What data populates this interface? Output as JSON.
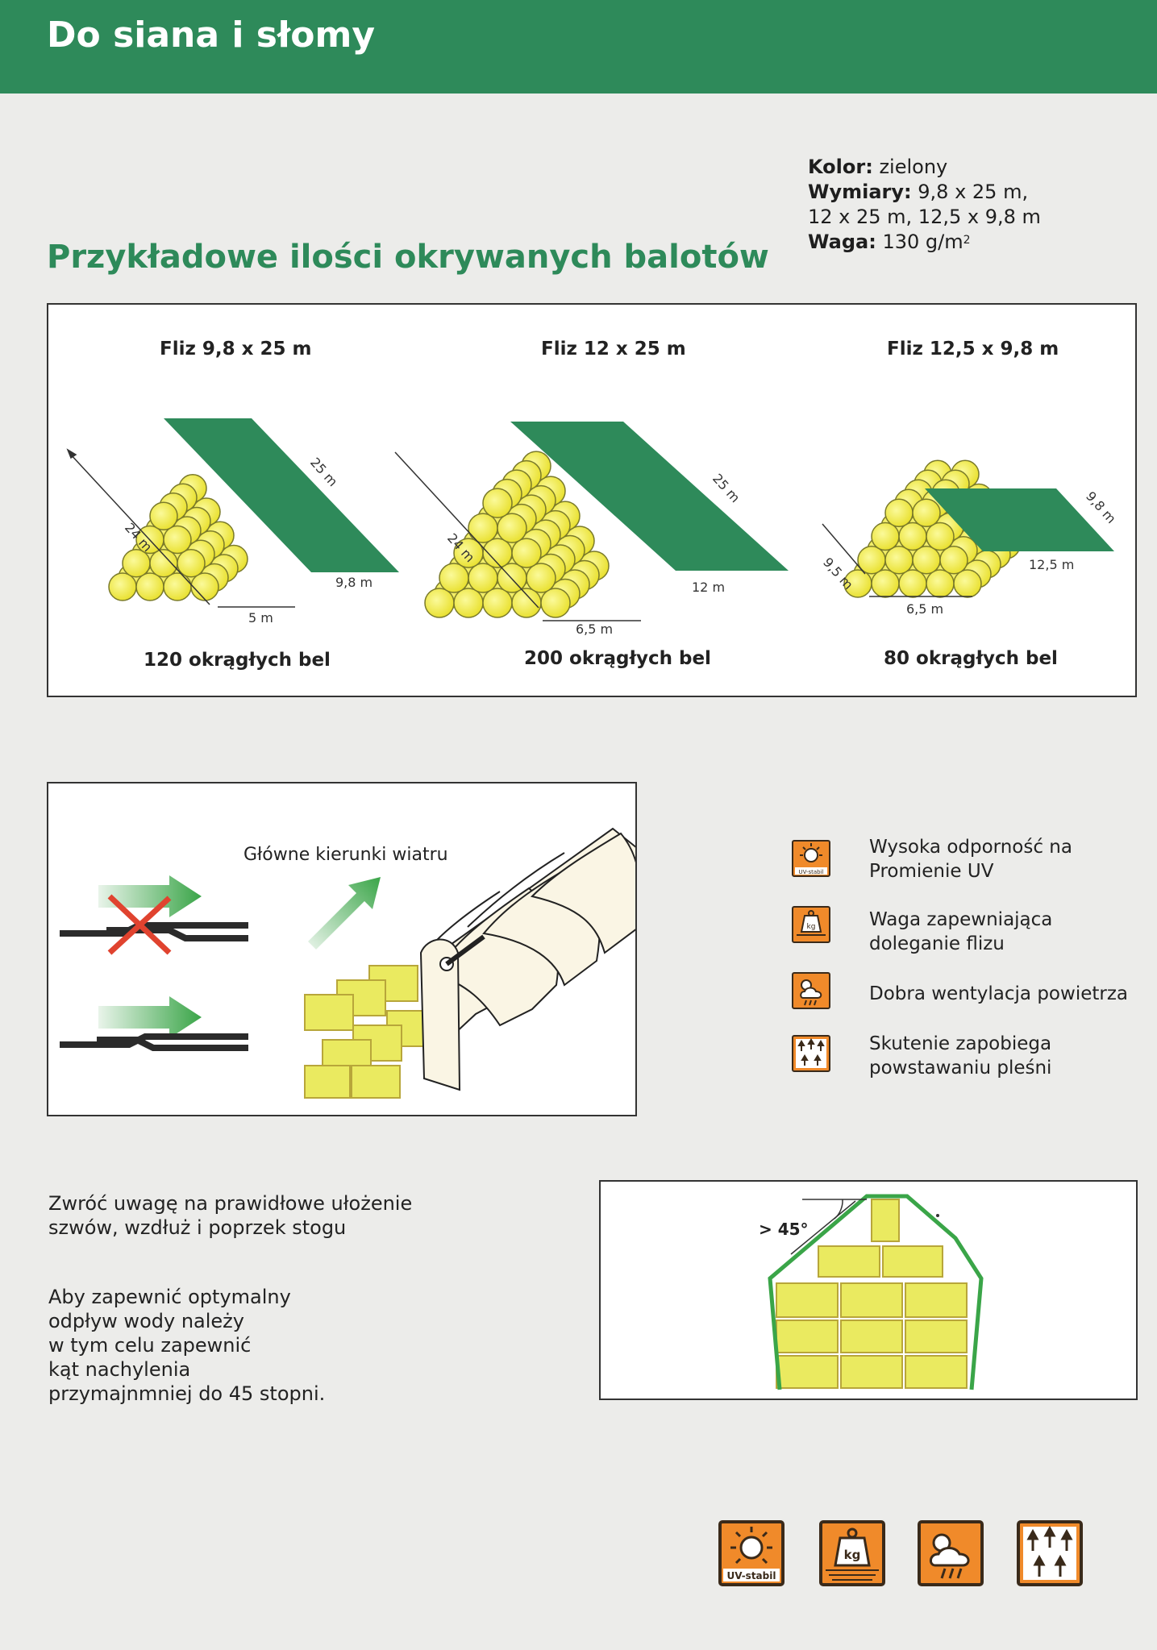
{
  "header": {
    "title": "Do siana i słomy"
  },
  "specs": {
    "color_label": "Kolor:",
    "color_value": "zielony",
    "dims_label": "Wymiary:",
    "dims_value_line1": "9,8 x 25 m,",
    "dims_value_line2": "12 x 25 m, 12,5 x 9,8 m",
    "weight_label": "Waga:",
    "weight_value": "130 g/m",
    "weight_sup": "2"
  },
  "section_title": "Przykładowe ilości okrywanych balotów",
  "bale_examples": [
    {
      "title": "Fliz 9,8 x 25 m",
      "length": "25 m",
      "width": "9,8 m",
      "stack_length": "24 m",
      "stack_width": "5 m",
      "count": "120 okrągłych bel"
    },
    {
      "title": "Fliz 12 x 25 m",
      "length": "25 m",
      "width": "12 m",
      "stack_length": "24 m",
      "stack_width": "6,5 m",
      "count": "200 okrągłych bel"
    },
    {
      "title": "Fliz 12,5 x 9,8 m",
      "length": "9,8 m",
      "width": "12,5 m",
      "stack_length": "9,5 m",
      "stack_width": "6,5 m",
      "count": "80 okrągłych bel"
    }
  ],
  "wind": {
    "label": "Główne kierunki wiatru"
  },
  "features": [
    {
      "icon": "uv-stabil-icon",
      "line1": "Wysoka odporność na",
      "line2": "Promienie UV",
      "icon_text": "UV-stabil"
    },
    {
      "icon": "weight-kg-icon",
      "line1": "Waga zapewniająca",
      "line2": "doleganie flizu",
      "icon_text": "kg"
    },
    {
      "icon": "ventilation-icon",
      "line1": "Dobra wentylacja powietrza",
      "line2": ""
    },
    {
      "icon": "mold-prevention-icon",
      "line1": "Skutenie zapobiega",
      "line2": "powstawaniu pleśni"
    }
  ],
  "note1": {
    "line1": "Zwróć uwagę na prawidłowe ułożenie",
    "line2": "szwów, wzdłuż i poprzek stogu"
  },
  "note2": {
    "line1": "Aby zapewnić optymalny",
    "line2": "odpływ wody należy",
    "line3": "w tym celu zapewnić",
    "line4": "kąt nachylenia",
    "line5": "przymajnmniej do 45 stopni."
  },
  "roof": {
    "angle_label": "> 45°"
  },
  "bottom_icons": {
    "uv_text": "UV-stabil",
    "kg_text": "kg"
  },
  "colors": {
    "brand_green": "#2e8a5a",
    "bale_yellow": "#f3ee4a",
    "icon_orange": "#f08a2a"
  }
}
